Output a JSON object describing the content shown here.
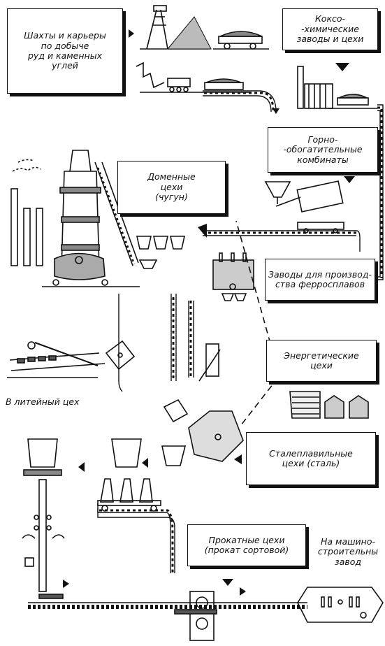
{
  "boxes": {
    "mines": "Шахты и карьеры\nпо добыче\nруд и каменных\nуглей",
    "coke": "Коксо-\n-химические\nзаводы и цехи",
    "ore_dressing": "Горно-\n-обогатительные\nкомбинаты",
    "blast_furnace": "Доменные\nцехи\n(чугун)",
    "ferroalloy": "Заводы для производ-\nства ферросплавов",
    "energy": "Энергетические\nцехи",
    "steelmaking": "Сталеплавильные\nцехи (сталь)",
    "rolling": "Прокатные цехи\n(прокат сортовой)"
  },
  "labels": {
    "to_foundry": "В литейный цех",
    "to_machine_building": "На машино-\nстроительны\nзавод"
  },
  "colors": {
    "ink": "#111111",
    "paper": "#ffffff"
  }
}
